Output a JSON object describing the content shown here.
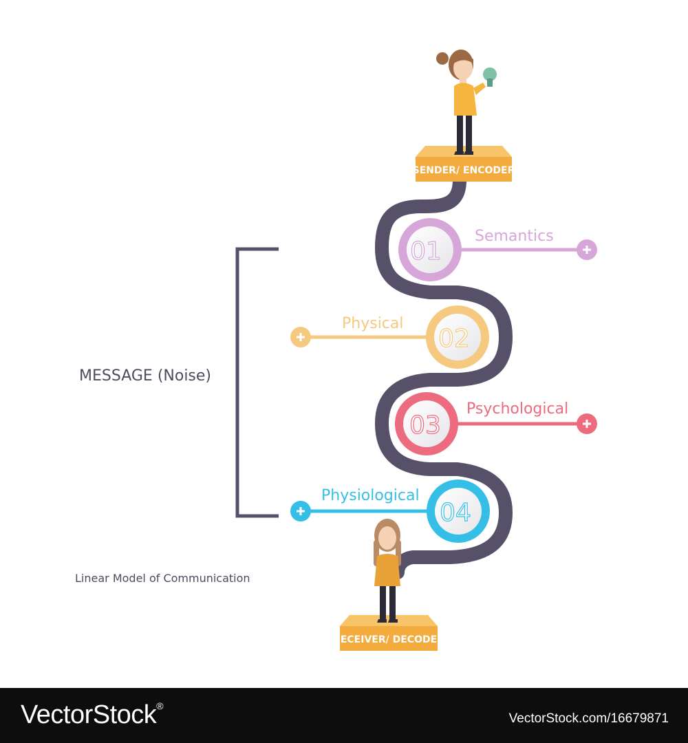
{
  "diagram": {
    "caption": "Linear Model of Communication",
    "bracket_label": "MESSAGE (Noise)",
    "sender": {
      "label": "SENDER/ ENCODER"
    },
    "receiver": {
      "label": "RECEIVER/ DECODER"
    },
    "stages": [
      {
        "number": "01",
        "label": "Semantics",
        "color": "#d7a6d8"
      },
      {
        "number": "02",
        "label": "Physical",
        "color": "#f5c97f"
      },
      {
        "number": "03",
        "label": "Psychological",
        "color": "#ec6b7f"
      },
      {
        "number": "04",
        "label": "Physiological",
        "color": "#35bfe6"
      }
    ],
    "colors": {
      "path": "#565068",
      "pedestal": "#f2ab3c",
      "text_dark": "#4f4a5e"
    }
  },
  "footer": {
    "brand": "VectorStock",
    "trademark": "®",
    "image_id": "VectorStock.com/16679871"
  }
}
